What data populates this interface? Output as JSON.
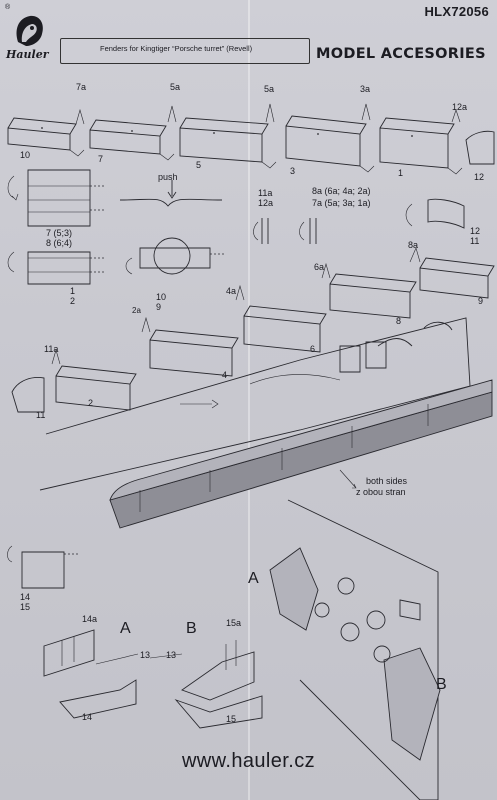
{
  "header": {
    "registered_mark": "®",
    "logo_text": "Hauler",
    "product_code": "HLX72056",
    "instruction_title": "Fenders for Kingtiger “Porsche turret” (Revell)",
    "brand_title": "MODEL ACCESORIES"
  },
  "labels": {
    "top_row": [
      "7a",
      "5a",
      "5a",
      "3a",
      "12a"
    ],
    "top_parts": [
      "10",
      "7",
      "5",
      "3",
      "1",
      "12"
    ],
    "push": "push",
    "fold_1": "7 (5;3)",
    "fold_2": "8 (6;4)",
    "fold_3": "1",
    "fold_4": "2",
    "circle_1": "10",
    "circle_2": "9",
    "alt_1": "11a",
    "alt_2": "12a",
    "alt_3": "8a (6a; 4a; 2a)",
    "alt_4": "7a (5a; 3a; 1a)",
    "alt_5": "12",
    "alt_6": "11",
    "mid_row": [
      "8a",
      "6a",
      "4a",
      "2a",
      "11a"
    ],
    "mid_parts": [
      "9",
      "8",
      "6",
      "4",
      "2",
      "11"
    ],
    "both_sides": "both sides",
    "both_sides_cz": "z obou stran",
    "part_14": "14",
    "part_15": "15",
    "detail_a": "A",
    "detail_b": "B",
    "part_14a": "14a",
    "part_15a": "15a",
    "part_13_a": "13",
    "part_13_b": "13",
    "part_14_b": "14",
    "part_15_b": "15",
    "callout_a": "A",
    "callout_b": "B"
  },
  "footer": {
    "url": "www.hauler.cz"
  },
  "colors": {
    "paper": "#c9c9d0",
    "ink": "#1c1c22",
    "fill_dark": "#8e8e96"
  }
}
